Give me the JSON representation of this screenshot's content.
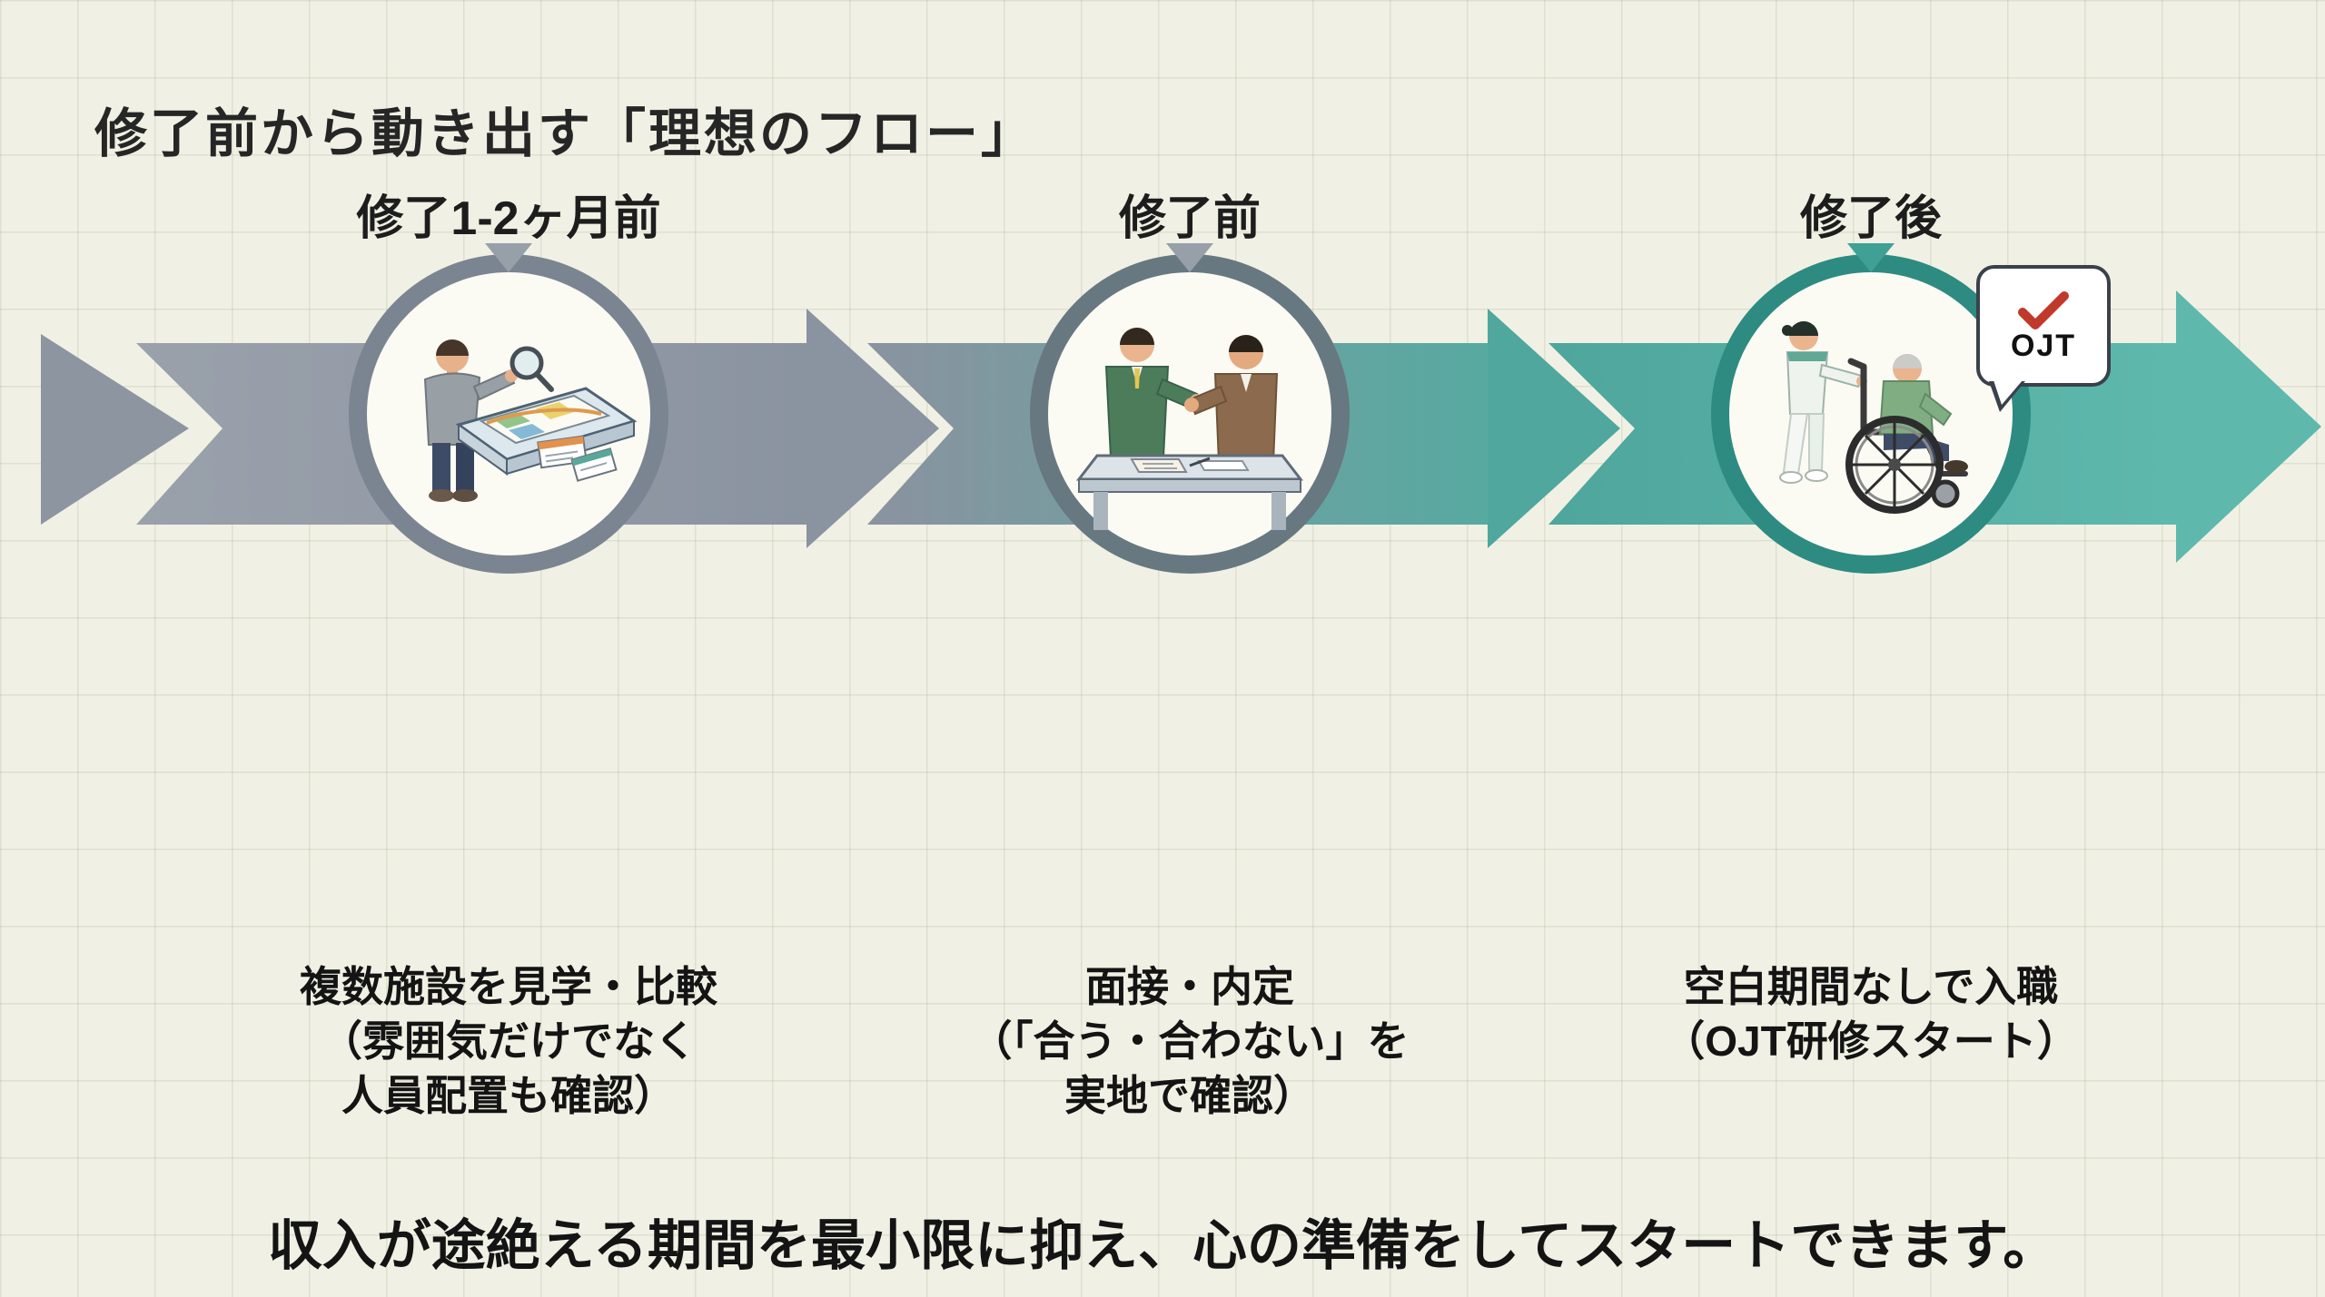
{
  "title": "修了前から動き出す「理想のフロー」",
  "stages": [
    {
      "label": "修了1-2ヶ月前",
      "caption_lines": [
        "複数施設を見学・比較",
        "（雰囲気だけでなく",
        "人員配置も確認）"
      ],
      "illustration": "person-comparing-facility-maps"
    },
    {
      "label": "修了前",
      "caption_lines": [
        "面接・内定",
        "（「合う・合わない」を",
        "実地で確認）"
      ],
      "illustration": "interview-handshake"
    },
    {
      "label": "修了後",
      "caption_lines": [
        "空白期間なしで入職",
        "（OJT研修スタート）"
      ],
      "illustration": "caregiver-pushing-wheelchair",
      "badge_label": "OJT",
      "badge_icon": "check-icon"
    }
  ],
  "footer": "収入が途絶える期間を最小限に抑え、心の準備をしてスタートできます。",
  "colors": {
    "background": "#f0f1e4",
    "arrow_gray": "#8d95a0",
    "arrow_teal": "#55aca1",
    "ring_gray": "#7b8591",
    "ring_slate": "#677881",
    "ring_teal": "#2e8b81",
    "pointer_gray": "#97a0a8",
    "pointer_teal": "#3fa096",
    "check_red": "#c0392b",
    "text": "#141414"
  }
}
